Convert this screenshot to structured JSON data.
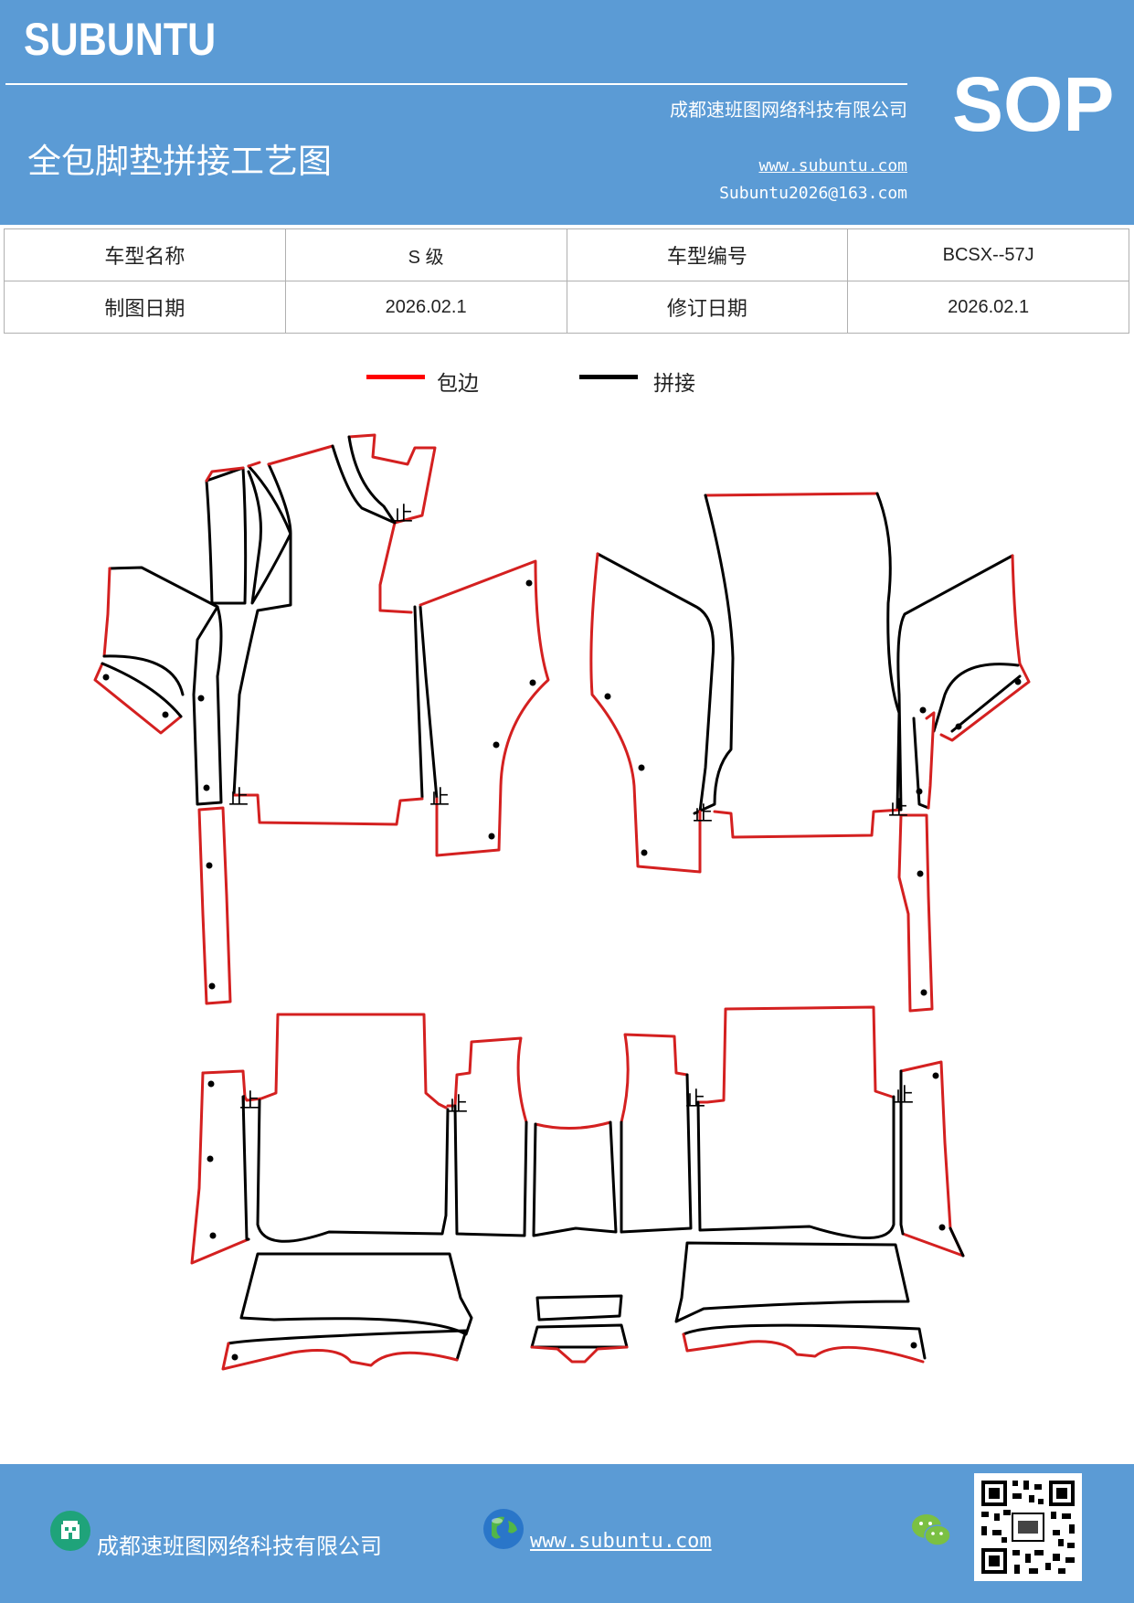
{
  "header": {
    "brand": "SUBUNTU",
    "company": "成都速班图网络科技有限公司",
    "title": "全包脚垫拼接工艺图",
    "url": "www.subuntu.com",
    "email": "Subuntu2026@163.com",
    "badge": "SOP"
  },
  "info_table": {
    "model_name_label": "车型名称",
    "model_name_value": "S 级",
    "model_code_label": "车型编号",
    "model_code_value": "BCSX--57J",
    "draw_date_label": "制图日期",
    "draw_date_value": "2026.02.1",
    "revise_date_label": "修订日期",
    "revise_date_value": "2026.02.1"
  },
  "legend": {
    "edge_label": "包边",
    "edge_color": "#ff0000",
    "seam_label": "拼接",
    "seam_color": "#000000"
  },
  "drawing": {
    "stop_mark": "止"
  },
  "footer": {
    "company": "成都速班图网络科技有限公司",
    "url": "www.subuntu.com",
    "icons": [
      "company-icon",
      "globe-icon",
      "wechat-icon",
      "qr-code"
    ]
  }
}
